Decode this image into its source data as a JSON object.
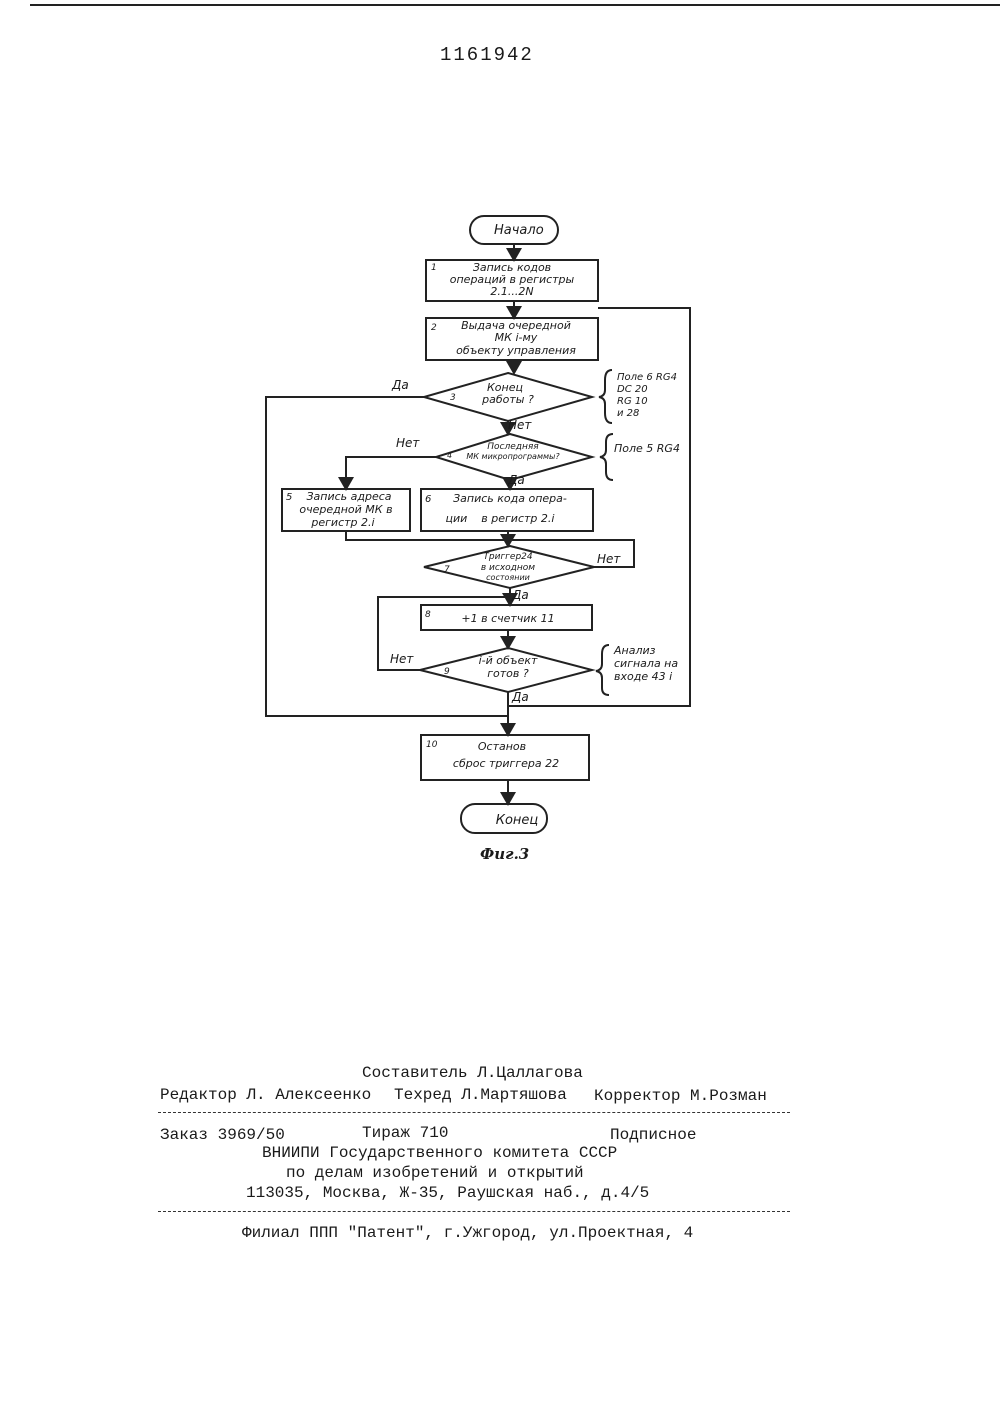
{
  "patent_number": "1161942",
  "flowchart": {
    "start": "Начало",
    "end": "Конец",
    "step1": {
      "num": "1",
      "lines": [
        "Запись кодов",
        "операций в регистры",
        "2.1...2N"
      ]
    },
    "step2": {
      "num": "2",
      "lines": [
        "Выдача очередной",
        "МК i-му",
        "объекту управления"
      ]
    },
    "step3": {
      "num": "3",
      "lines": [
        "Конец",
        "работы ?"
      ]
    },
    "step4": {
      "num": "4",
      "lines": [
        "Последняя",
        "МК микропрограммы?"
      ]
    },
    "step5": {
      "num": "5",
      "lines": [
        "Запись адреса",
        "очередной МК в",
        "регистр 2.i"
      ]
    },
    "step6": {
      "num": "6",
      "lines": [
        "Запись кода опера-",
        "ции    в регистр 2.i"
      ]
    },
    "step7": {
      "num": "7",
      "lines": [
        "Триггер24",
        "в исходном",
        "состоянии"
      ]
    },
    "step8": {
      "num": "8",
      "lines": [
        "+1 в счетчик 11"
      ]
    },
    "step9": {
      "num": "9",
      "lines": [
        "i-й объект",
        "готов ?"
      ]
    },
    "step10": {
      "num": "10",
      "lines": [
        "Останов",
        "сброс триггера 22"
      ]
    },
    "labels": {
      "yes": "Да",
      "no": "Нет"
    },
    "note3": [
      "Поле 6 RG4",
      "DC 20",
      "RG 10",
      "и 28"
    ],
    "note4": [
      "Поле 5 RG4"
    ],
    "note9": [
      "Анализ",
      "сигнала на",
      "входе 43 i"
    ]
  },
  "figure_caption": "Фиг.3",
  "colophon": {
    "compiler": "Составитель Л.Цаллагова",
    "editor": "Редактор Л. Алексеенко",
    "techred": "Техред Л.Мартяшова",
    "corrector": "Корректор М.Розман",
    "order": "Заказ 3969/50",
    "circulation": "Тираж 710",
    "subscription": "Подписное",
    "org": "ВНИИПИ Государственного комитета СССР",
    "org2": "по делам изобретений и открытий",
    "address": "113035, Москва, Ж-35, Раушская наб., д.4/5",
    "branch": "Филиал ППП \"Патент\", г.Ужгород, ул.Проектная, 4"
  }
}
